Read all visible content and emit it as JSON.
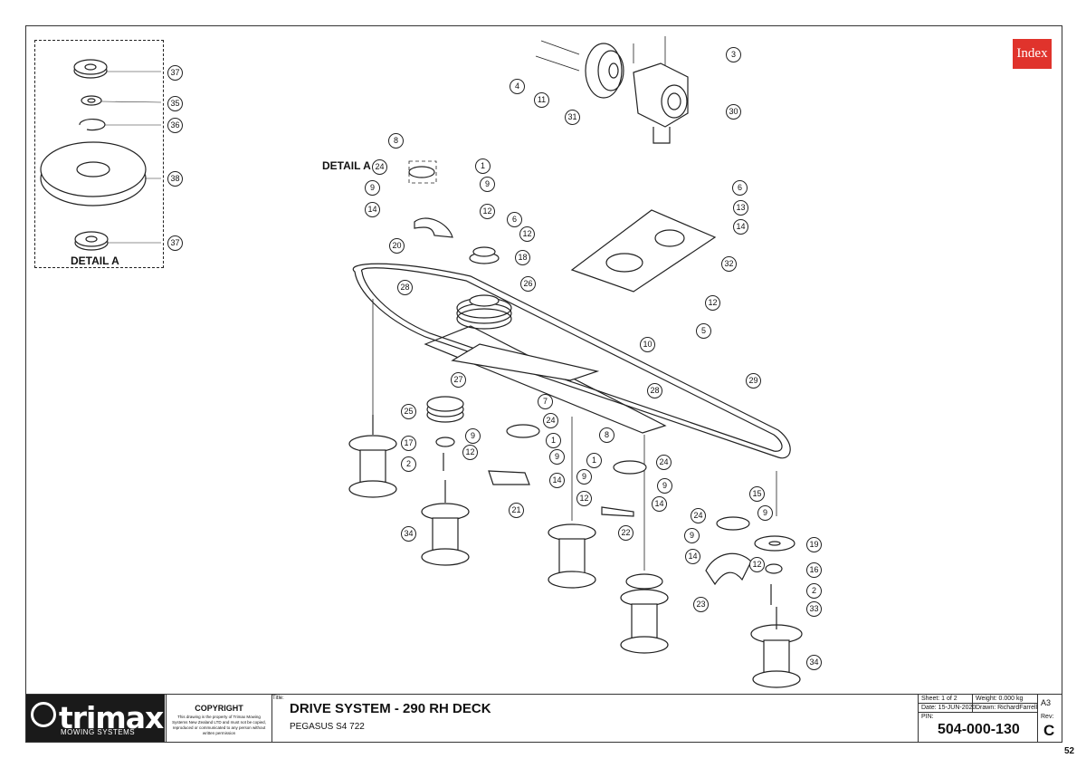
{
  "index_button": "Index",
  "detail_a_label": "DETAIL A",
  "detail_a_marker": "DETAIL A",
  "callouts": [
    {
      "label": "37"
    },
    {
      "label": "35"
    },
    {
      "label": "36"
    },
    {
      "label": "38"
    },
    {
      "label": "37"
    },
    {
      "label": "3"
    },
    {
      "label": "4"
    },
    {
      "label": "11"
    },
    {
      "label": "31"
    },
    {
      "label": "30"
    },
    {
      "label": "8"
    },
    {
      "label": "24"
    },
    {
      "label": "1"
    },
    {
      "label": "9"
    },
    {
      "label": "9"
    },
    {
      "label": "14"
    },
    {
      "label": "12"
    },
    {
      "label": "20"
    },
    {
      "label": "18"
    },
    {
      "label": "6"
    },
    {
      "label": "12"
    },
    {
      "label": "6"
    },
    {
      "label": "13"
    },
    {
      "label": "14"
    },
    {
      "label": "32"
    },
    {
      "label": "12"
    },
    {
      "label": "5"
    },
    {
      "label": "10"
    },
    {
      "label": "28"
    },
    {
      "label": "26"
    },
    {
      "label": "27"
    },
    {
      "label": "28"
    },
    {
      "label": "29"
    },
    {
      "label": "25"
    },
    {
      "label": "17"
    },
    {
      "label": "2"
    },
    {
      "label": "34"
    },
    {
      "label": "7"
    },
    {
      "label": "24"
    },
    {
      "label": "9"
    },
    {
      "label": "1"
    },
    {
      "label": "12"
    },
    {
      "label": "9"
    },
    {
      "label": "14"
    },
    {
      "label": "21"
    },
    {
      "label": "8"
    },
    {
      "label": "1"
    },
    {
      "label": "24"
    },
    {
      "label": "9"
    },
    {
      "label": "9"
    },
    {
      "label": "12"
    },
    {
      "label": "14"
    },
    {
      "label": "22"
    },
    {
      "label": "15"
    },
    {
      "label": "24"
    },
    {
      "label": "9"
    },
    {
      "label": "19"
    },
    {
      "label": "9"
    },
    {
      "label": "14"
    },
    {
      "label": "12"
    },
    {
      "label": "16"
    },
    {
      "label": "23"
    },
    {
      "label": "2"
    },
    {
      "label": "33"
    },
    {
      "label": "34"
    }
  ],
  "title_block": {
    "logo_word": "trimax",
    "logo_sub": "MOWING SYSTEMS",
    "copyright_heading": "COPYRIGHT",
    "copyright_text": "This drawing is the property of Trimax Mowing Systems New Zealand LTD and must not be copied, reproduced or communicated to any person without written permission",
    "title_caption": "Title:",
    "title": "DRIVE SYSTEM - 290 RH DECK",
    "subtitle": "PEGASUS S4 722",
    "sheet": "Sheet: 1 of 2",
    "weight": "Weight: 0.000 kg",
    "size": "A3",
    "date": "Date: 15-JUN-2020",
    "drawn": "Drawn: RichardFarrell",
    "pin_caption": "PIN:",
    "rev_caption": "Rev:",
    "pin": "504-000-130",
    "rev": "C"
  },
  "page_number": "52"
}
